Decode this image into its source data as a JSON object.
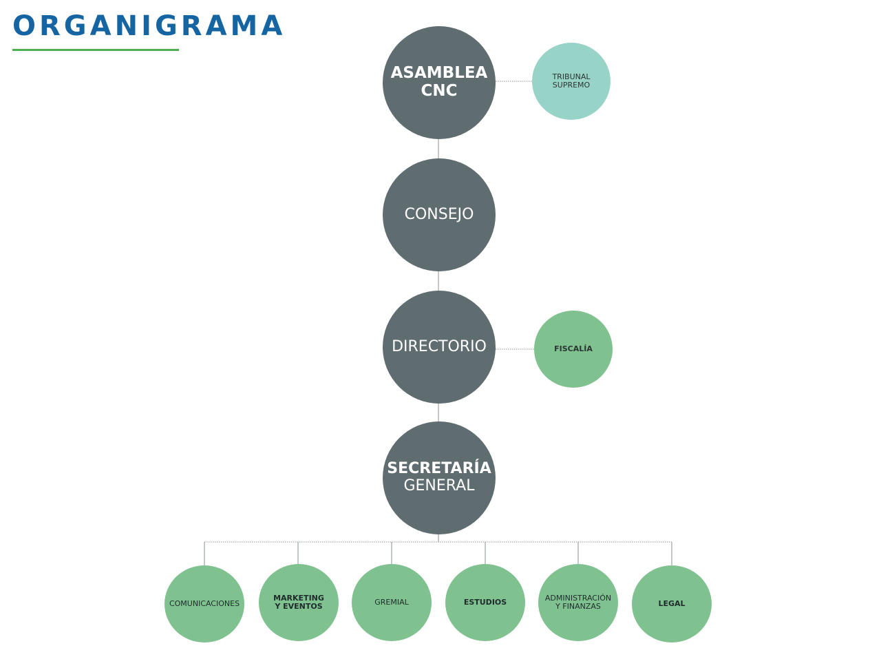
{
  "header": {
    "title": "ORGANIGRAMA"
  },
  "colors": {
    "title": "#1565a3",
    "title_rule": "#4caf50",
    "main_node": "#5f6d70",
    "tribunal_node": "#98d3c8",
    "green_node": "#7fc290",
    "connector": "#8a9090"
  },
  "nodes": {
    "asamblea": {
      "line1": "ASAMBLEA",
      "line2": "CNC"
    },
    "consejo": {
      "line1": "CONSEJO"
    },
    "directorio": {
      "line1": "DIRECTORIO"
    },
    "secretaria": {
      "line1": "SECRETARÍA",
      "line2": "GENERAL"
    },
    "tribunal": {
      "line1": "TRIBUNAL",
      "line2": "SUPREMO"
    },
    "fiscalia": {
      "line1": "FISCALÍA"
    }
  },
  "departments": [
    {
      "line1": "COMUNICACIONES",
      "line2": "",
      "bold": false
    },
    {
      "line1": "MARKETING",
      "line2": "Y EVENTOS",
      "bold": true
    },
    {
      "line1": "GREMIAL",
      "line2": "",
      "bold": false
    },
    {
      "line1": "ESTUDIOS",
      "line2": "",
      "bold": true
    },
    {
      "line1": "ADMINISTRACIÓN",
      "line2": "Y FINANZAS",
      "bold": false
    },
    {
      "line1": "LEGAL",
      "line2": "",
      "bold": true
    }
  ]
}
